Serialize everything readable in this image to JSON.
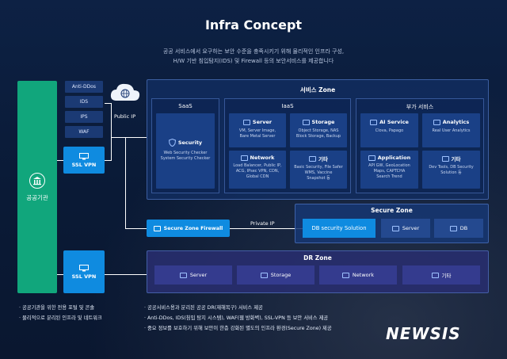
{
  "title": "Infra Concept",
  "subtitle_lines": [
    "공공 서비스에서 요구하는 보안 수준을 충족시키기 위해 물리적인 인프라 구성,",
    "H/W 기반 침입탐지(IDS) 및 Firewall 등의 보안서비스를 제공합니다"
  ],
  "public_agency": "공공기관",
  "security_items": [
    "Anti-DDos",
    "IDS",
    "IPS",
    "WAF"
  ],
  "ssl_vpn": "SSL VPN",
  "public_ip": "Public IP",
  "private_ip": "Private IP",
  "service_zone": {
    "title": "서비스 Zone",
    "saas": {
      "title": "SaaS",
      "security": {
        "name": "Security",
        "desc": [
          "Web Security Checker",
          "System Security Checker"
        ]
      }
    },
    "iaas": {
      "title": "IaaS",
      "items": [
        {
          "name": "Server",
          "desc": [
            "VM, Server Image,",
            "Bare Metal Server"
          ]
        },
        {
          "name": "Storage",
          "desc": [
            "Object Storage, NAS",
            "Block Storage, Backup"
          ]
        },
        {
          "name": "Network",
          "desc": [
            "Load Balancer, Public IP,",
            "ACG, IPsec VPN, CDN,",
            "Global CDN"
          ]
        },
        {
          "name": "기타",
          "desc": [
            "Basic Security, File Safer",
            "WMS, Vaccine",
            "Snapshot 등"
          ]
        }
      ]
    },
    "addon": {
      "title": "부가 서비스",
      "items": [
        {
          "name": "AI Service",
          "desc": [
            "Clova, Papago"
          ]
        },
        {
          "name": "Analytics",
          "desc": [
            "Real User Analytics"
          ]
        },
        {
          "name": "Application",
          "desc": [
            "API GW, GeoLocation",
            "Maps, CAPTCHA",
            "Search Trend"
          ]
        },
        {
          "name": "기타",
          "desc": [
            "Dev Tools, DB Security",
            "Solution 등"
          ]
        }
      ]
    }
  },
  "secure_zone_firewall": "Secure Zone Firewall",
  "secure_zone": {
    "title": "Secure Zone",
    "db_solution": "DB security Solution",
    "server": "Server",
    "db": "DB"
  },
  "dr_zone": {
    "title": "DR Zone",
    "items": [
      "Server",
      "Storage",
      "Network",
      "기타"
    ]
  },
  "notes_left": [
    "· 공공기관을 위한 전용 포털 및 콘솔",
    "· 물리적으로 분리된 인프라 및 네트워크"
  ],
  "notes_right": [
    "· 공공서비스용과 분리된 공공 DR(재해복구) 서비스 제공",
    "· Anti-DDos, IDS(침입 탐지 시스템), WAF(웹 방화벽), SSL-VPN 등 보안 서비스 제공",
    "· 중요 정보를 보호하기 위해 보안이 한층 강화된 별도의 인프라 환경(Secure Zone) 제공"
  ],
  "watermark": "NEWSIS",
  "colors": {
    "accent_green": "#11a67c",
    "accent_blue": "#0f8be0",
    "card": "#1c448c",
    "dr": "#343b8e"
  }
}
